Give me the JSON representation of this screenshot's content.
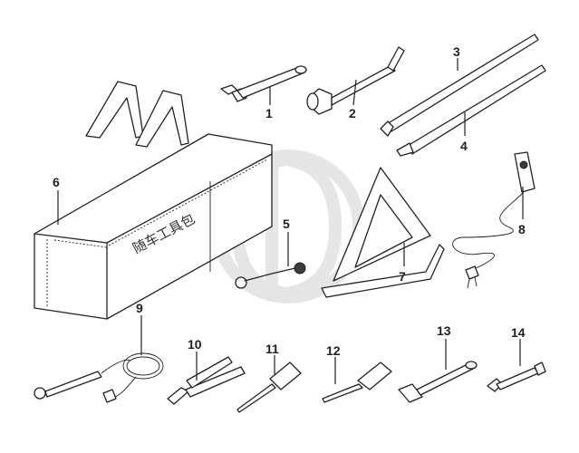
{
  "diagram": {
    "bag_text": "随车工具包",
    "watermark_colour": "#e6e6e6",
    "callouts": [
      {
        "id": "wrench",
        "label": "1"
      },
      {
        "id": "wheel-brace",
        "label": "2"
      },
      {
        "id": "lever-bar-upper",
        "label": "3"
      },
      {
        "id": "lever-bar-lower",
        "label": "4"
      },
      {
        "id": "towing-eye",
        "label": "5"
      },
      {
        "id": "tool-bag",
        "label": "6"
      },
      {
        "id": "warning-triangle",
        "label": "7"
      },
      {
        "id": "inspection-lamp",
        "label": "8"
      },
      {
        "id": "tyre-inflator-hose",
        "label": "9"
      },
      {
        "id": "pliers",
        "label": "10"
      },
      {
        "id": "screwdriver-cross",
        "label": "11"
      },
      {
        "id": "screwdriver-flat",
        "label": "12"
      },
      {
        "id": "adjustable-wrench",
        "label": "13"
      },
      {
        "id": "open-end-spanner",
        "label": "14"
      }
    ]
  }
}
